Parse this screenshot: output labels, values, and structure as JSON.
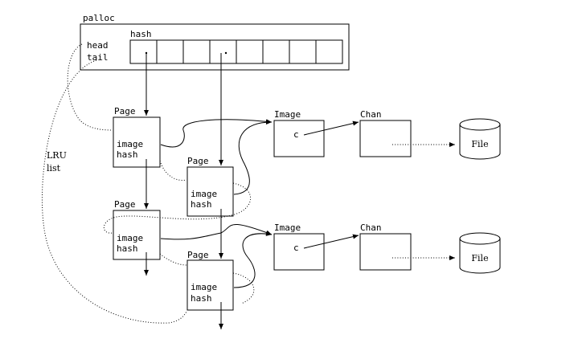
{
  "palloc": {
    "label": "palloc",
    "head_label": "head",
    "tail_label": "tail",
    "hash_label": "hash",
    "hash_slots": 8
  },
  "lru": {
    "line1": "LRU",
    "line2": "list"
  },
  "pages": [
    {
      "title": "Page",
      "field1": "image",
      "field2": "hash"
    },
    {
      "title": "Page",
      "field1": "image",
      "field2": "hash"
    },
    {
      "title": "Page",
      "field1": "image",
      "field2": "hash"
    },
    {
      "title": "Page",
      "field1": "image",
      "field2": "hash"
    }
  ],
  "images": [
    {
      "title": "Image",
      "field": "c"
    },
    {
      "title": "Image",
      "field": "c"
    }
  ],
  "chans": [
    {
      "title": "Chan"
    },
    {
      "title": "Chan"
    }
  ],
  "files": [
    {
      "label": "File"
    },
    {
      "label": "File"
    }
  ]
}
